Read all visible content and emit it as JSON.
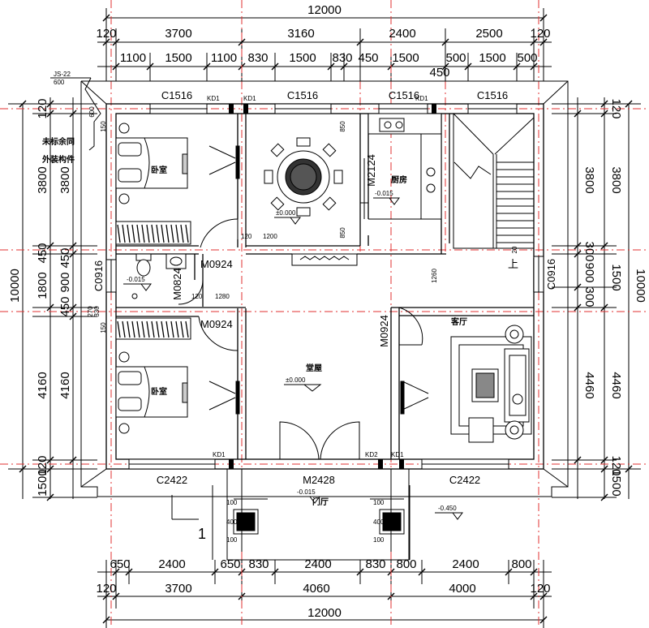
{
  "dimensions": {
    "top_total": "12000",
    "top_row1": [
      "120",
      "3700",
      "3160",
      "2400",
      "2500",
      "120"
    ],
    "top_row2": [
      "1100",
      "1500",
      "1100",
      "830",
      "1500",
      "830",
      "450",
      "1500",
      "500",
      "1500",
      "500"
    ],
    "top_extra": "450",
    "bottom_row1": [
      "650",
      "2400",
      "650",
      "830",
      "2400",
      "830",
      "800",
      "2400",
      "800"
    ],
    "bottom_row2": [
      "120",
      "3700",
      "4060",
      "4000",
      "120"
    ],
    "bottom_total": "12000",
    "left_outer": [
      "120",
      "3800",
      "450",
      "1800",
      "4160",
      "120",
      "1500"
    ],
    "left_total": "10000",
    "left_inner": [
      "3800",
      "450",
      "900",
      "450",
      "4160"
    ],
    "right_inner": [
      "3800",
      "300",
      "900",
      "300",
      "4460"
    ],
    "right_outer": [
      "120",
      "3800",
      "1500",
      "4460",
      "120",
      "1500"
    ],
    "right_total": "10000",
    "left_small": [
      "270",
      "330",
      "150",
      "150",
      "600"
    ],
    "porch_small": [
      "100",
      "400",
      "100",
      "100",
      "400",
      "100"
    ],
    "interior": [
      "120",
      "1200",
      "120",
      "1280",
      "1260",
      "850",
      "850",
      "20"
    ]
  },
  "labels": {
    "windows": [
      "C1516",
      "C1516",
      "C1516",
      "C1516",
      "C0916",
      "C0916",
      "C2422",
      "C2422"
    ],
    "doors": [
      "M0924",
      "M0924",
      "M0924",
      "M0824",
      "M2124",
      "M2428"
    ],
    "kd": [
      "KD1",
      "KD1",
      "KD1",
      "KD1",
      "KD2",
      "KD1"
    ],
    "note_js": "JS-22",
    "note_600": "600",
    "note_detail": [
      "未标余同",
      "外装构件"
    ],
    "section_mark": "1",
    "stair_up": "上"
  },
  "rooms": {
    "bedroom_top": "卧室",
    "bedroom_bottom": "卧室",
    "kitchen": "厨房",
    "living": "客厅",
    "hall": "堂屋",
    "porch": "门厅"
  },
  "elevations": {
    "hall": "±0.000",
    "kitchen": "-0.015",
    "dining": "±0.000",
    "toilet": "-0.015",
    "porch": "-0.015",
    "outside": "-0.450"
  }
}
